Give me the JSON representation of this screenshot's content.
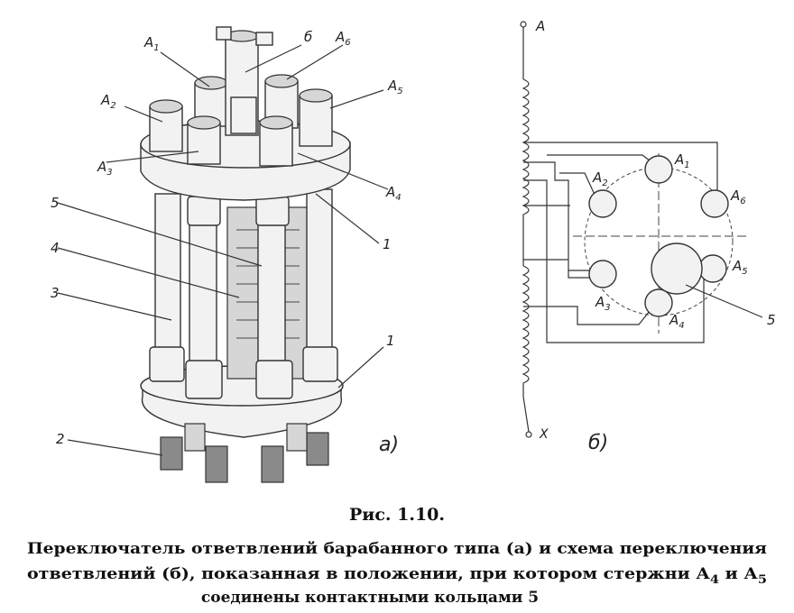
{
  "figure_a": {
    "labels": {
      "a1": "A",
      "a1_sub": "1",
      "b": "б",
      "a6": "A",
      "a6_sub": "6",
      "a2": "A",
      "a2_sub": "2",
      "a5": "A",
      "a5_sub": "5",
      "a3": "A",
      "a3_sub": "3",
      "a4": "A",
      "a4_sub": "4",
      "n5": "5",
      "n4": "4",
      "n3": "3",
      "n1_top": "1",
      "n1_bot": "1",
      "n2": "2"
    },
    "tag": "а)"
  },
  "figure_b": {
    "labels": {
      "A": "A",
      "X": "X",
      "a1": "A",
      "a1_sub": "1",
      "a2": "A",
      "a2_sub": "2",
      "a6": "A",
      "a6_sub": "6",
      "a5": "A",
      "a5_sub": "5",
      "a3": "A",
      "a3_sub": "3",
      "a4": "A",
      "a4_sub": "4",
      "n5": "5"
    },
    "tag": "б)"
  },
  "caption": {
    "number": "Рис. 1.10.",
    "line1": "Переключатель ответвлений барабанного типа (а) и схема переключения",
    "line2_a": "ответвлений (б), показанная в положении, при котором стержни А",
    "line2_sub1": "4",
    "line2_b": " и А",
    "line2_sub2": "5",
    "line3": "соединены контактными кольцами 5"
  }
}
